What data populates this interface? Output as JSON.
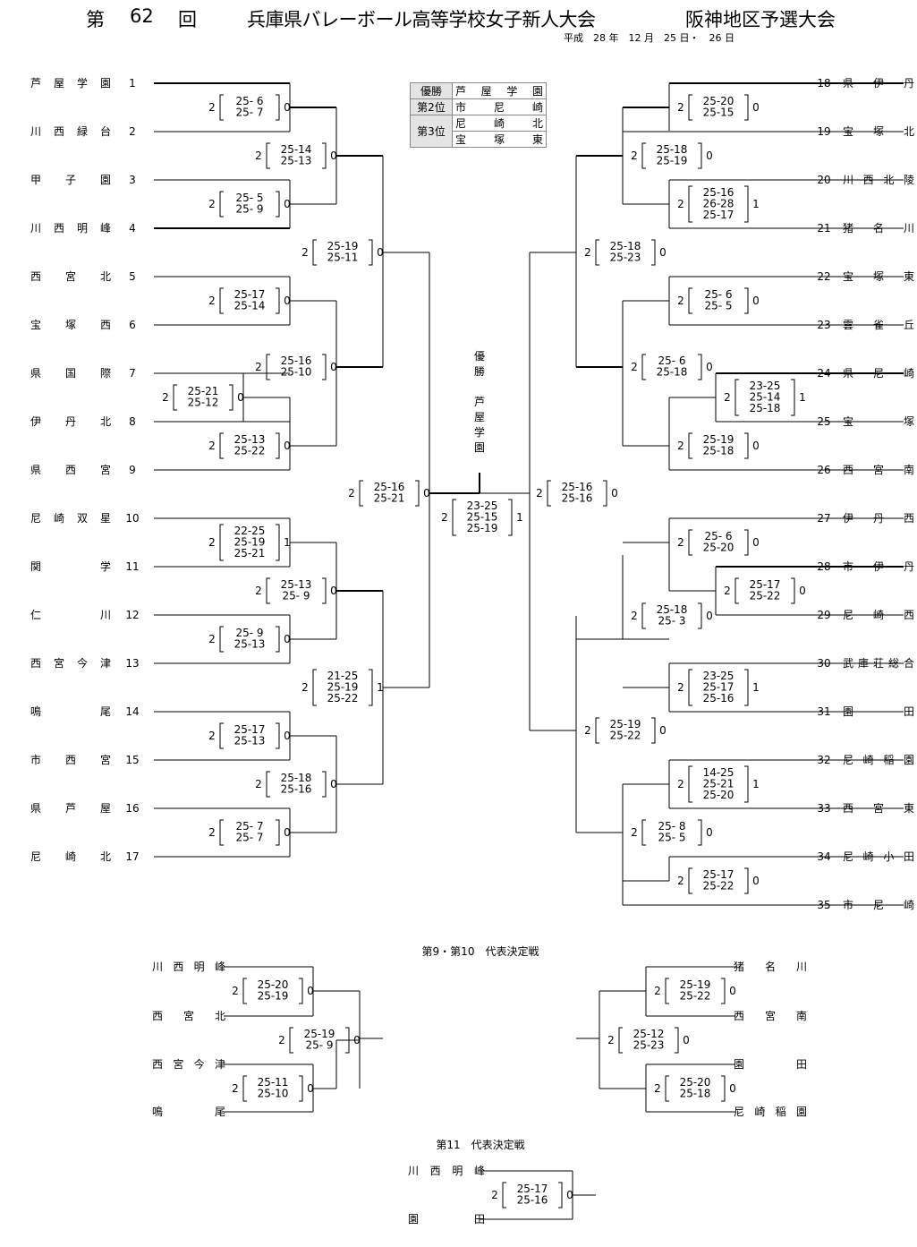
{
  "title": {
    "dai": "第",
    "number": "62",
    "kai": "回",
    "main": "兵庫県バレーボール高等学校女子新人大会",
    "sub": "阪神地区予選大会"
  },
  "date_line": "平成　28 年　12 月　25 日・　26 日",
  "results": [
    {
      "label": "優勝",
      "teams": [
        "芦屋学園"
      ]
    },
    {
      "label": "第2位",
      "teams": [
        "市尼崎"
      ]
    },
    {
      "label": "第3位",
      "teams": [
        "尼崎北",
        "宝塚東"
      ]
    }
  ],
  "champion": {
    "label": "優勝",
    "team": "芦屋学園"
  },
  "left_teams": [
    {
      "seed": "1",
      "name": "芦屋学園"
    },
    {
      "seed": "2",
      "name": "川西緑台"
    },
    {
      "seed": "3",
      "name": "甲子園"
    },
    {
      "seed": "4",
      "name": "川西明峰"
    },
    {
      "seed": "5",
      "name": "西宮北"
    },
    {
      "seed": "6",
      "name": "宝塚西"
    },
    {
      "seed": "7",
      "name": "県国際"
    },
    {
      "seed": "8",
      "name": "伊丹北"
    },
    {
      "seed": "9",
      "name": "県西宮"
    },
    {
      "seed": "10",
      "name": "尼崎双星"
    },
    {
      "seed": "11",
      "name": "関　学"
    },
    {
      "seed": "12",
      "name": "仁　川"
    },
    {
      "seed": "13",
      "name": "西宮今津"
    },
    {
      "seed": "14",
      "name": "鳴　尾"
    },
    {
      "seed": "15",
      "name": "市西宮"
    },
    {
      "seed": "16",
      "name": "県芦屋"
    },
    {
      "seed": "17",
      "name": "尼崎北"
    }
  ],
  "right_teams": [
    {
      "seed": "18",
      "name": "県伊丹"
    },
    {
      "seed": "19",
      "name": "宝塚北"
    },
    {
      "seed": "20",
      "name": "川西北陵"
    },
    {
      "seed": "21",
      "name": "猪名川"
    },
    {
      "seed": "22",
      "name": "宝塚東"
    },
    {
      "seed": "23",
      "name": "雲雀丘"
    },
    {
      "seed": "24",
      "name": "県尼崎"
    },
    {
      "seed": "25",
      "name": "宝　塚"
    },
    {
      "seed": "26",
      "name": "西宮南"
    },
    {
      "seed": "27",
      "name": "伊丹西"
    },
    {
      "seed": "28",
      "name": "市伊丹"
    },
    {
      "seed": "29",
      "name": "尼崎西"
    },
    {
      "seed": "30",
      "name": "武庫荘総合"
    },
    {
      "seed": "31",
      "name": "園　田"
    },
    {
      "seed": "32",
      "name": "尼崎稲園"
    },
    {
      "seed": "33",
      "name": "西宮東"
    },
    {
      "seed": "34",
      "name": "尼崎小田"
    },
    {
      "seed": "35",
      "name": "市尼崎"
    }
  ],
  "matches_left": [
    {
      "id": "L1",
      "lw": "2",
      "sets": [
        "25- 6",
        "25- 7"
      ],
      "rw": "0"
    },
    {
      "id": "L3",
      "lw": "2",
      "sets": [
        "25- 5",
        "25- 9"
      ],
      "rw": "0"
    },
    {
      "id": "L13",
      "lw": "2",
      "sets": [
        "25-14",
        "25-13"
      ],
      "rw": "0"
    },
    {
      "id": "L5",
      "lw": "2",
      "sets": [
        "25-17",
        "25-14"
      ],
      "rw": "0"
    },
    {
      "id": "L7",
      "lw": "2",
      "sets": [
        "25-21",
        "25-12"
      ],
      "rw": "0"
    },
    {
      "id": "L8",
      "lw": "2",
      "sets": [
        "25-13",
        "25-22"
      ],
      "rw": "0"
    },
    {
      "id": "L57",
      "lw": "2",
      "sets": [
        "25-16",
        "25-10"
      ],
      "rw": "0"
    },
    {
      "id": "L1Q",
      "lw": "2",
      "sets": [
        "25-19",
        "25-11"
      ],
      "rw": "0"
    },
    {
      "id": "L10",
      "lw": "2",
      "sets": [
        "22-25",
        "25-19",
        "25-21"
      ],
      "rw": "1"
    },
    {
      "id": "L12",
      "lw": "2",
      "sets": [
        "25- 9",
        "25-13"
      ],
      "rw": "0"
    },
    {
      "id": "L1012",
      "lw": "2",
      "sets": [
        "25-13",
        "25- 9"
      ],
      "rw": "0"
    },
    {
      "id": "L14",
      "lw": "2",
      "sets": [
        "25-17",
        "25-13"
      ],
      "rw": "0"
    },
    {
      "id": "L16",
      "lw": "2",
      "sets": [
        "25- 7",
        "25- 7"
      ],
      "rw": "0"
    },
    {
      "id": "L1516",
      "lw": "2",
      "sets": [
        "25-18",
        "25-16"
      ],
      "rw": "0"
    },
    {
      "id": "L2Q",
      "lw": "2",
      "sets": [
        "21-25",
        "25-19",
        "25-22"
      ],
      "rw": "1"
    },
    {
      "id": "LSF",
      "lw": "2",
      "sets": [
        "25-16",
        "25-21"
      ],
      "rw": "0"
    }
  ],
  "match_final": {
    "lw": "2",
    "sets": [
      "23-25",
      "25-15",
      "25-19"
    ],
    "rw": "1"
  },
  "matches_right": [
    {
      "id": "R18",
      "lw": "2",
      "sets": [
        "25-20",
        "25-15"
      ],
      "rw": "0"
    },
    {
      "id": "R20",
      "lw": "2",
      "sets": [
        "25-16",
        "26-28",
        "25-17"
      ],
      "rw": "1"
    },
    {
      "id": "R1920",
      "lw": "2",
      "sets": [
        "25-18",
        "25-19"
      ],
      "rw": "0"
    },
    {
      "id": "R22",
      "lw": "2",
      "sets": [
        "25- 6",
        "25- 5"
      ],
      "rw": "0"
    },
    {
      "id": "R24",
      "lw": "2",
      "sets": [
        "23-25",
        "25-14",
        "25-18"
      ],
      "rw": "1"
    },
    {
      "id": "R25",
      "lw": "2",
      "sets": [
        "25-19",
        "25-18"
      ],
      "rw": "0"
    },
    {
      "id": "R2224",
      "lw": "2",
      "sets": [
        "25- 6",
        "25-18"
      ],
      "rw": "0"
    },
    {
      "id": "R1Q",
      "lw": "2",
      "sets": [
        "25-18",
        "25-23"
      ],
      "rw": "0"
    },
    {
      "id": "R27",
      "lw": "2",
      "sets": [
        "25- 6",
        "25-20"
      ],
      "rw": "0"
    },
    {
      "id": "R28",
      "lw": "2",
      "sets": [
        "25-17",
        "25-22"
      ],
      "rw": "0"
    },
    {
      "id": "R2728",
      "lw": "2",
      "sets": [
        "25-18",
        "25- 3"
      ],
      "rw": "0"
    },
    {
      "id": "R30",
      "lw": "2",
      "sets": [
        "23-25",
        "25-17",
        "25-16"
      ],
      "rw": "1"
    },
    {
      "id": "R32",
      "lw": "2",
      "sets": [
        "14-25",
        "25-21",
        "25-20"
      ],
      "rw": "1"
    },
    {
      "id": "R34",
      "lw": "2",
      "sets": [
        "25-17",
        "25-22"
      ],
      "rw": "0"
    },
    {
      "id": "R3233",
      "lw": "2",
      "sets": [
        "25- 8",
        "25- 5"
      ],
      "rw": "0"
    },
    {
      "id": "R2Q",
      "lw": "2",
      "sets": [
        "25-19",
        "25-22"
      ],
      "rw": "0"
    },
    {
      "id": "RSF",
      "lw": "2",
      "sets": [
        "25-16",
        "25-16"
      ],
      "rw": "0"
    }
  ],
  "playoff_9_10": {
    "title": "第9・第10　代表決定戦",
    "left_teams": [
      "川西明峰",
      "西宮北",
      "西宮今津",
      "鳴　尾"
    ],
    "right_teams": [
      "猪名川",
      "西宮南",
      "園　田",
      "尼崎稲園"
    ],
    "left_matches": [
      {
        "lw": "2",
        "sets": [
          "25-20",
          "25-19"
        ],
        "rw": "0"
      },
      {
        "lw": "2",
        "sets": [
          "25-11",
          "25-10"
        ],
        "rw": "0"
      },
      {
        "lw": "2",
        "sets": [
          "25-19",
          "25- 9"
        ],
        "rw": "0"
      }
    ],
    "right_matches": [
      {
        "lw": "2",
        "sets": [
          "25-19",
          "25-22"
        ],
        "rw": "0"
      },
      {
        "lw": "2",
        "sets": [
          "25-20",
          "25-18"
        ],
        "rw": "0"
      },
      {
        "lw": "2",
        "sets": [
          "25-12",
          "25-23"
        ],
        "rw": "0"
      }
    ]
  },
  "playoff_11": {
    "title": "第11　代表決定戦",
    "teams": [
      "川西明峰",
      "園　田"
    ],
    "match": {
      "lw": "2",
      "sets": [
        "25-17",
        "25-16"
      ],
      "rw": "0"
    }
  }
}
